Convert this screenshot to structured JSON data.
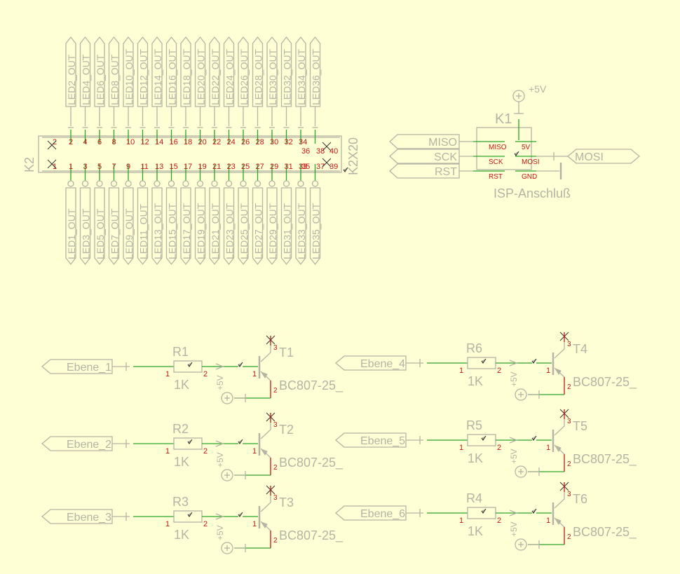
{
  "k2": {
    "name": "K2",
    "value": "K2X20",
    "out_labels_top": [
      "LED2_OUT",
      "LED4_OUT",
      "LED6_OUT",
      "LED8_OUT",
      "LED10_OUT",
      "LED12_OUT",
      "LED14_OUT",
      "LED16_OUT",
      "LED18_OUT",
      "LED20_OUT",
      "LED22_OUT",
      "LED24_OUT",
      "LED26_OUT",
      "LED28_OUT",
      "LED30_OUT",
      "LED32_OUT",
      "LED34_OUT",
      "LED36_OUT"
    ],
    "out_labels_bottom": [
      "LED1_OUT",
      "LED3_OUT",
      "LED5_OUT",
      "LED7_OUT",
      "LED9_OUT",
      "LED11_OUT",
      "LED13_OUT",
      "LED15_OUT",
      "LED17_OUT",
      "LED19_OUT",
      "LED21_OUT",
      "LED23_OUT",
      "LED25_OUT",
      "LED27_OUT",
      "LED29_OUT",
      "LED31_OUT",
      "LED33_OUT",
      "LED35_OUT"
    ],
    "even_pins": [
      "2",
      "4",
      "6",
      "8",
      "10",
      "12",
      "14",
      "16",
      "18",
      "20",
      "22",
      "24",
      "26",
      "28",
      "30",
      "32",
      "34",
      "36",
      "38",
      "40"
    ],
    "odd_pins": [
      "1",
      "3",
      "5",
      "7",
      "9",
      "11",
      "13",
      "15",
      "17",
      "19",
      "21",
      "23",
      "25",
      "27",
      "29",
      "31",
      "33",
      "35",
      "37",
      "39"
    ]
  },
  "k1": {
    "name": "K1",
    "supply": "+5V",
    "title": "ISP-Anschluß",
    "left_pins": [
      "MISO",
      "SCK",
      "RST"
    ],
    "right_pins": [
      "5V",
      "MOSI",
      "GND"
    ],
    "left_ports": [
      "MISO",
      "SCK",
      "RST"
    ],
    "right_port": "MOSI"
  },
  "drivers": [
    {
      "port": "Ebene_1",
      "resistor": "R1",
      "r_value": "1K",
      "transistor": "T1",
      "t_value": "BC807-25_",
      "supply": "+5V"
    },
    {
      "port": "Ebene_2",
      "resistor": "R2",
      "r_value": "1K",
      "transistor": "T2",
      "t_value": "BC807-25_",
      "supply": "+5V"
    },
    {
      "port": "Ebene_3",
      "resistor": "R3",
      "r_value": "1K",
      "transistor": "T3",
      "t_value": "BC807-25_",
      "supply": "+5V"
    },
    {
      "port": "Ebene_4",
      "resistor": "R6",
      "r_value": "1K",
      "transistor": "T4",
      "t_value": "BC807-25_",
      "supply": "+5V"
    },
    {
      "port": "Ebene_5",
      "resistor": "R5",
      "r_value": "1K",
      "transistor": "T5",
      "t_value": "BC807-25_",
      "supply": "+5V"
    },
    {
      "port": "Ebene_6",
      "resistor": "R4",
      "r_value": "1K",
      "transistor": "T6",
      "t_value": "BC807-25_",
      "supply": "+5V"
    }
  ],
  "pin_numbers": {
    "r_left": "1",
    "r_right": "2",
    "t_base": "1",
    "t_emitter": "2",
    "t_collector": "3"
  },
  "colors": {
    "background": "#ffffd6",
    "symbol": "#b4b4a4",
    "wire": "#2aa32a",
    "pin": "#c21515"
  }
}
